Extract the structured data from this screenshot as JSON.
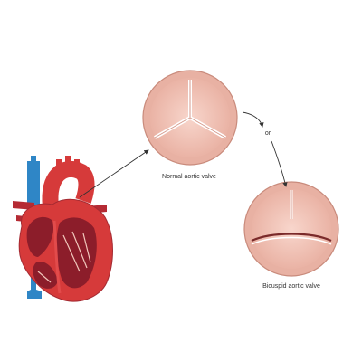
{
  "labels": {
    "normal": "Normal aortic valve",
    "bicuspid": "Bicuspid aortic valve",
    "or": "or"
  },
  "colors": {
    "heart_red": "#d63a3a",
    "heart_dark": "#8c1d2a",
    "vein_blue": "#2f86c6",
    "valve_outer": "#e6a99a",
    "valve_inner": "#f5c9bd",
    "valve_line": "#ffffff",
    "arrow": "#333333"
  },
  "icons": {
    "heart": "heart-anatomy-icon",
    "normal_valve": "tricuspid-valve-icon",
    "bicuspid_valve": "bicuspid-valve-icon"
  }
}
